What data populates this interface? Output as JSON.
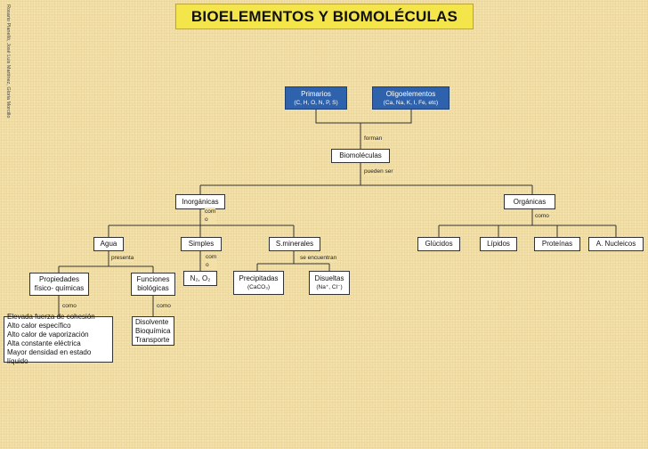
{
  "title": "BIOELEMENTOS Y BIOMOLÉCULAS",
  "credit": "Rosario Planelló, José Luis Martínez, Gloria Morcillo",
  "nodes": {
    "primarios": {
      "label": "Primarios",
      "sub": "(C, H, O, N, P, S)"
    },
    "oligoelementos": {
      "label": "Oligoelementos",
      "sub": "(Ca, Na, K, I, Fe, etc)"
    },
    "biomoleculas": "Biomoléculas",
    "inorganicas": "Inorgánicas",
    "organicas": "Orgánicas",
    "agua": "Agua",
    "simples": "Simples",
    "sminerales": "S.minerales",
    "glucidos": "Glúcidos",
    "lipidos": "Lípidos",
    "proteinas": "Proteínas",
    "anucleicos": "A. Nucleicos",
    "propiedades": [
      "Propiedades",
      "físico- químicas"
    ],
    "funciones": [
      "Funciones",
      "biológicas"
    ],
    "gases": "N₂, O₂",
    "precipitadas": {
      "label": "Precipitadas",
      "sub": "(CaCO₃)"
    },
    "disueltas": {
      "label": "Disueltas",
      "sub": "(Na⁺, Cl⁻)"
    },
    "propiedades_list": [
      "Elevada fuerza de cohesión",
      "Alto calor específico",
      "Alto calor de vaporización",
      "Alta constante eléctrica",
      "Mayor densidad en estado líquido"
    ],
    "funciones_list": [
      "Disolvente",
      "Bioquímica",
      "Transporte"
    ]
  },
  "links": {
    "forman": "forman",
    "pueden_ser": "pueden ser",
    "como_inorg": [
      "com",
      "o"
    ],
    "como_org": "como",
    "presenta": "presenta",
    "como_simples": [
      "com",
      "o"
    ],
    "se_encuentran": "se encuentran",
    "como_prop": "como",
    "como_func": "como"
  },
  "colors": {
    "background": "#f3e0a6",
    "title_bg": "#f4e64a",
    "primary_node": "#2e62ad",
    "node_bg": "#ffffff",
    "line": "#333333"
  }
}
